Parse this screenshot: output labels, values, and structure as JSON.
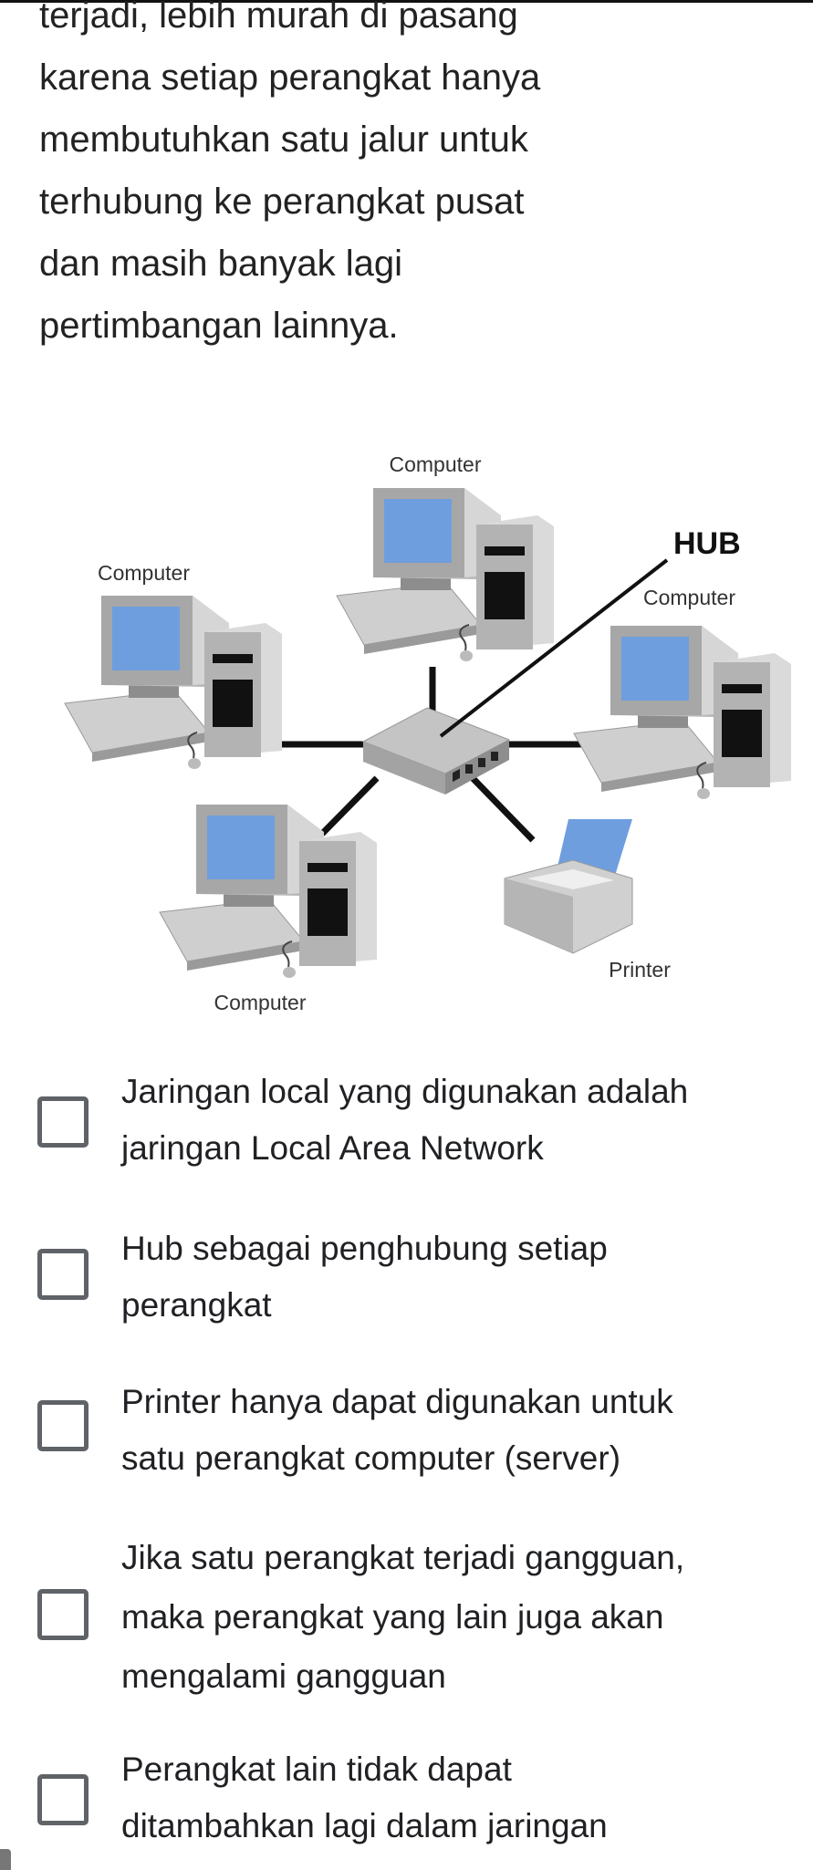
{
  "intro": {
    "lines": [
      "terjadi, lebih murah di pasang",
      "karena setiap perangkat hanya",
      "membutuhkan satu jalur untuk",
      "terhubung ke perangkat pusat",
      "dan masih banyak lagi",
      "pertimbangan lainnya."
    ]
  },
  "diagram": {
    "labels": {
      "computer_top": "Computer",
      "computer_left": "Computer",
      "computer_right": "Computer",
      "computer_bottom": "Computer",
      "hub": "HUB",
      "printer": "Printer"
    },
    "colors": {
      "screen": "#6f9ede",
      "body": "#c8c8c8",
      "line": "#111111"
    }
  },
  "options": [
    {
      "lines": [
        "Jaringan local yang digunakan adalah",
        "jaringan Local Area Network"
      ],
      "checked": false
    },
    {
      "lines": [
        "Hub sebagai penghubung setiap",
        "perangkat"
      ],
      "checked": false
    },
    {
      "lines": [
        "Printer hanya dapat digunakan untuk",
        "satu perangkat computer (server)"
      ],
      "checked": false
    },
    {
      "lines": [
        "Jika satu perangkat terjadi gangguan,",
        "maka perangkat yang lain juga akan",
        "mengalami gangguan"
      ],
      "checked": false
    },
    {
      "lines": [
        "Perangkat lain tidak dapat",
        "ditambahkan lagi dalam jaringan"
      ],
      "checked": false
    }
  ]
}
